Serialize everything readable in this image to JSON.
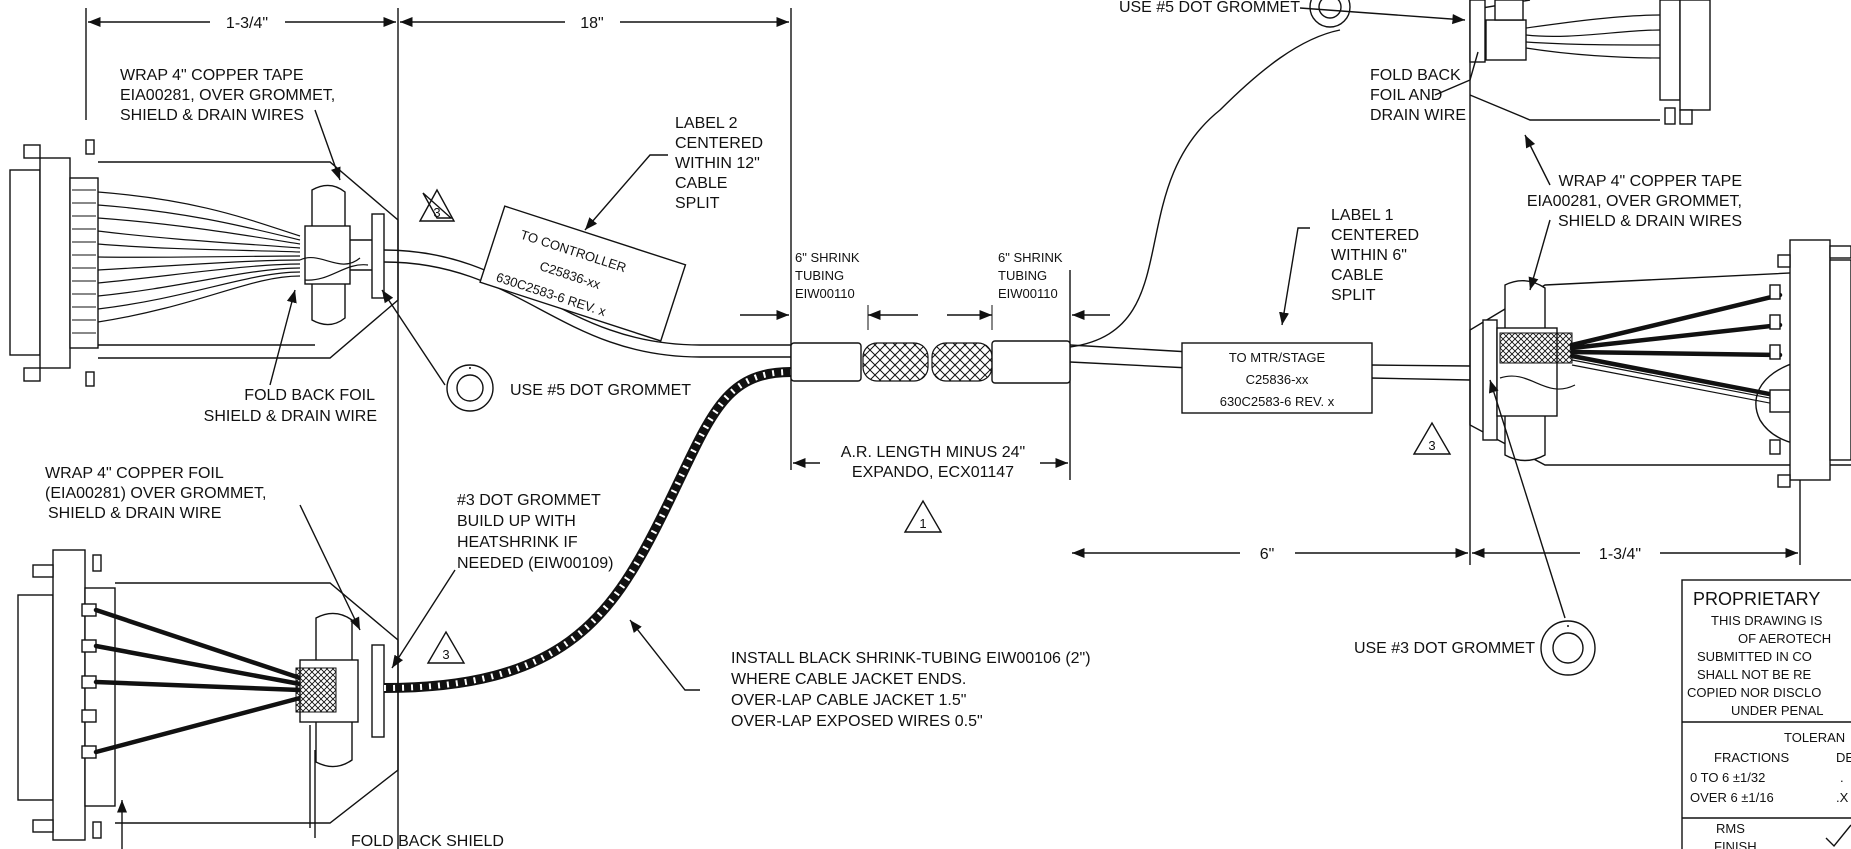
{
  "dimensions": {
    "left_top": "1-3/4\"",
    "top_18": "18\"",
    "right_6": "6\"",
    "right_134": "1-3/4\"",
    "ar_length": [
      "A.R. LENGTH MINUS 24\"",
      "EXPANDO, ECX01147"
    ]
  },
  "notes": {
    "wrap_top_left": [
      "WRAP 4\" COPPER TAPE",
      "EIA00281, OVER GROMMET,",
      "SHIELD & DRAIN WIRES"
    ],
    "fold_back_left": [
      "FOLD BACK FOIL",
      "SHIELD & DRAIN WIRE"
    ],
    "wrap_bottom_left": [
      "WRAP 4\" COPPER FOIL",
      "(EIA00281) OVER GROMMET,",
      "SHIELD & DRAIN WIRE"
    ],
    "grommet3_buildup": [
      "#3 DOT GROMMET",
      "BUILD UP WITH",
      "HEATSHRINK IF",
      "NEEDED (EIW00109)"
    ],
    "fold_back_shield": "FOLD BACK SHIELD",
    "label2": [
      "LABEL 2",
      "CENTERED",
      "WITHIN 12\"",
      "CABLE",
      "SPLIT"
    ],
    "use5_mid": "USE #5 DOT GROMMET",
    "use5_top": "USE #5 DOT GROMMET",
    "shrink_a": [
      "6\" SHRINK",
      "TUBING",
      "EIW00110"
    ],
    "shrink_b": [
      "6\" SHRINK",
      "TUBING",
      "EIW00110"
    ],
    "install_black": [
      "INSTALL BLACK SHRINK-TUBING EIW00106 (2\")",
      "WHERE CABLE JACKET ENDS.",
      "OVER-LAP CABLE JACKET 1.5\"",
      "OVER-LAP EXPOSED WIRES 0.5\""
    ],
    "fold_back_top_right": [
      "FOLD BACK",
      "FOIL AND",
      "DRAIN WIRE"
    ],
    "wrap_right": [
      "WRAP 4\" COPPER TAPE",
      "EIA00281, OVER  GROMMET,",
      "SHIELD & DRAIN WIRES"
    ],
    "label1": [
      "LABEL 1",
      "CENTERED",
      "WITHIN 6\"",
      "CABLE",
      "SPLIT"
    ],
    "use3_right": "USE #3 DOT GROMMET"
  },
  "labels": {
    "controller": [
      "TO CONTROLLER",
      "C25836-xx",
      "630C2583-6  REV. x"
    ],
    "mtr_stage": [
      "TO MTR/STAGE",
      "C25836-xx",
      "630C2583-6  REV. x"
    ]
  },
  "flags": {
    "f3a": "3",
    "f3b": "3",
    "f3c": "3",
    "f1": "1"
  },
  "title_block": {
    "proprietary": "PROPRIETARY",
    "notice": [
      "THIS DRAWING IS",
      "OF AEROTECH",
      "SUBMITTED IN CO",
      "SHALL NOT BE RE",
      "COPIED NOR DISCLO",
      "UNDER PENAL"
    ],
    "tolerance": "TOLERAN",
    "fractions": "FRACTIONS",
    "dec": "DE",
    "row1": "0 TO 6  ±1/32",
    "row1b": ".",
    "row2": "OVER 6 ±1/16",
    "row2b": ".X",
    "rms": "RMS",
    "finish": "FINISH"
  }
}
